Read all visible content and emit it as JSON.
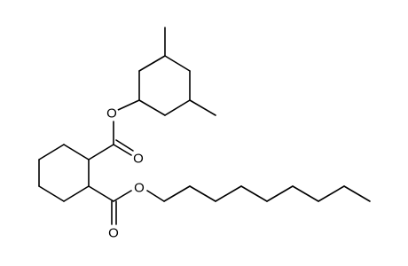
{
  "molecule": {
    "atom_labels": [
      {
        "id": "O1",
        "text": "O"
      },
      {
        "id": "O2",
        "text": "O"
      },
      {
        "id": "O3",
        "text": "O"
      },
      {
        "id": "O4",
        "text": "O"
      }
    ]
  },
  "colors": {
    "bond": "#000000",
    "label": "#000000",
    "background": "#ffffff"
  }
}
